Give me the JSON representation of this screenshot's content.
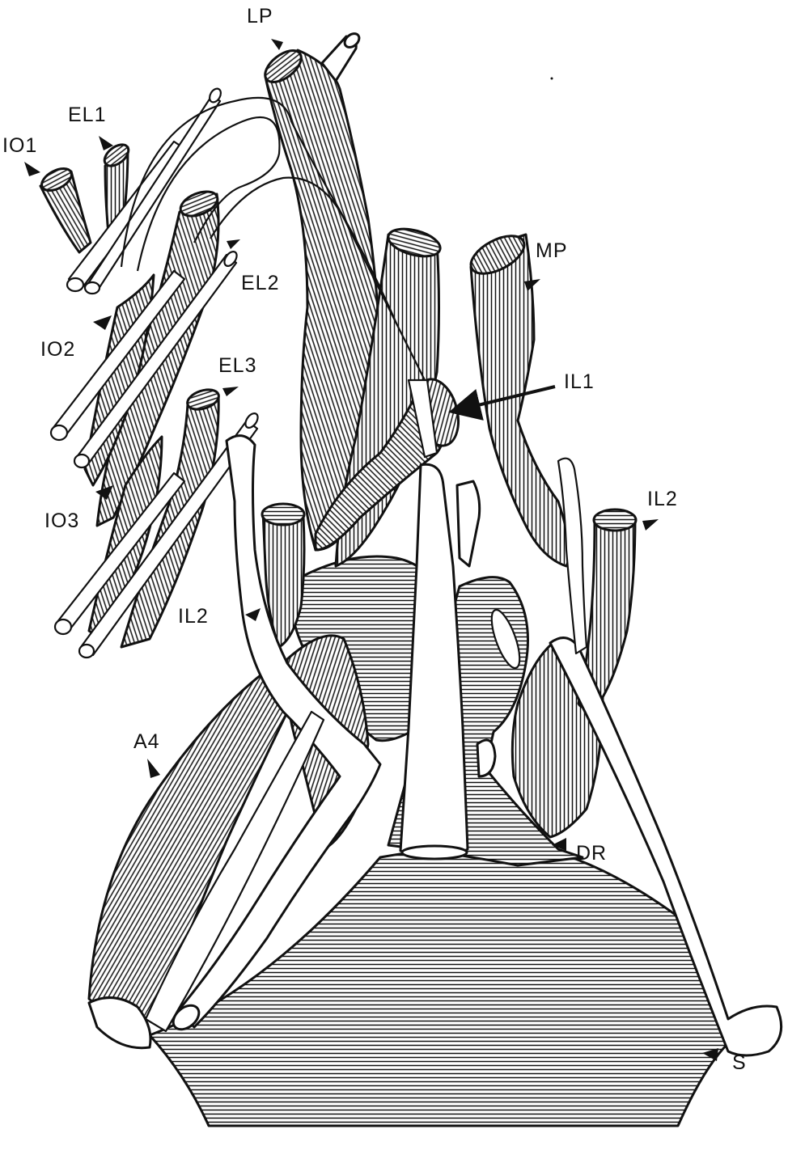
{
  "labels": {
    "lp": "LP",
    "el1": "EL1",
    "io1": "IO1",
    "el2": "EL2",
    "io2": "IO2",
    "el3": "EL3",
    "io3": "IO3",
    "mp": "MP",
    "il1": "IL1",
    "il2_right": "IL2",
    "il2_left": "IL2",
    "a4": "A4",
    "dr": "DR",
    "s": "S"
  },
  "colors": {
    "ink": "#111111",
    "paper": "#ffffff"
  }
}
